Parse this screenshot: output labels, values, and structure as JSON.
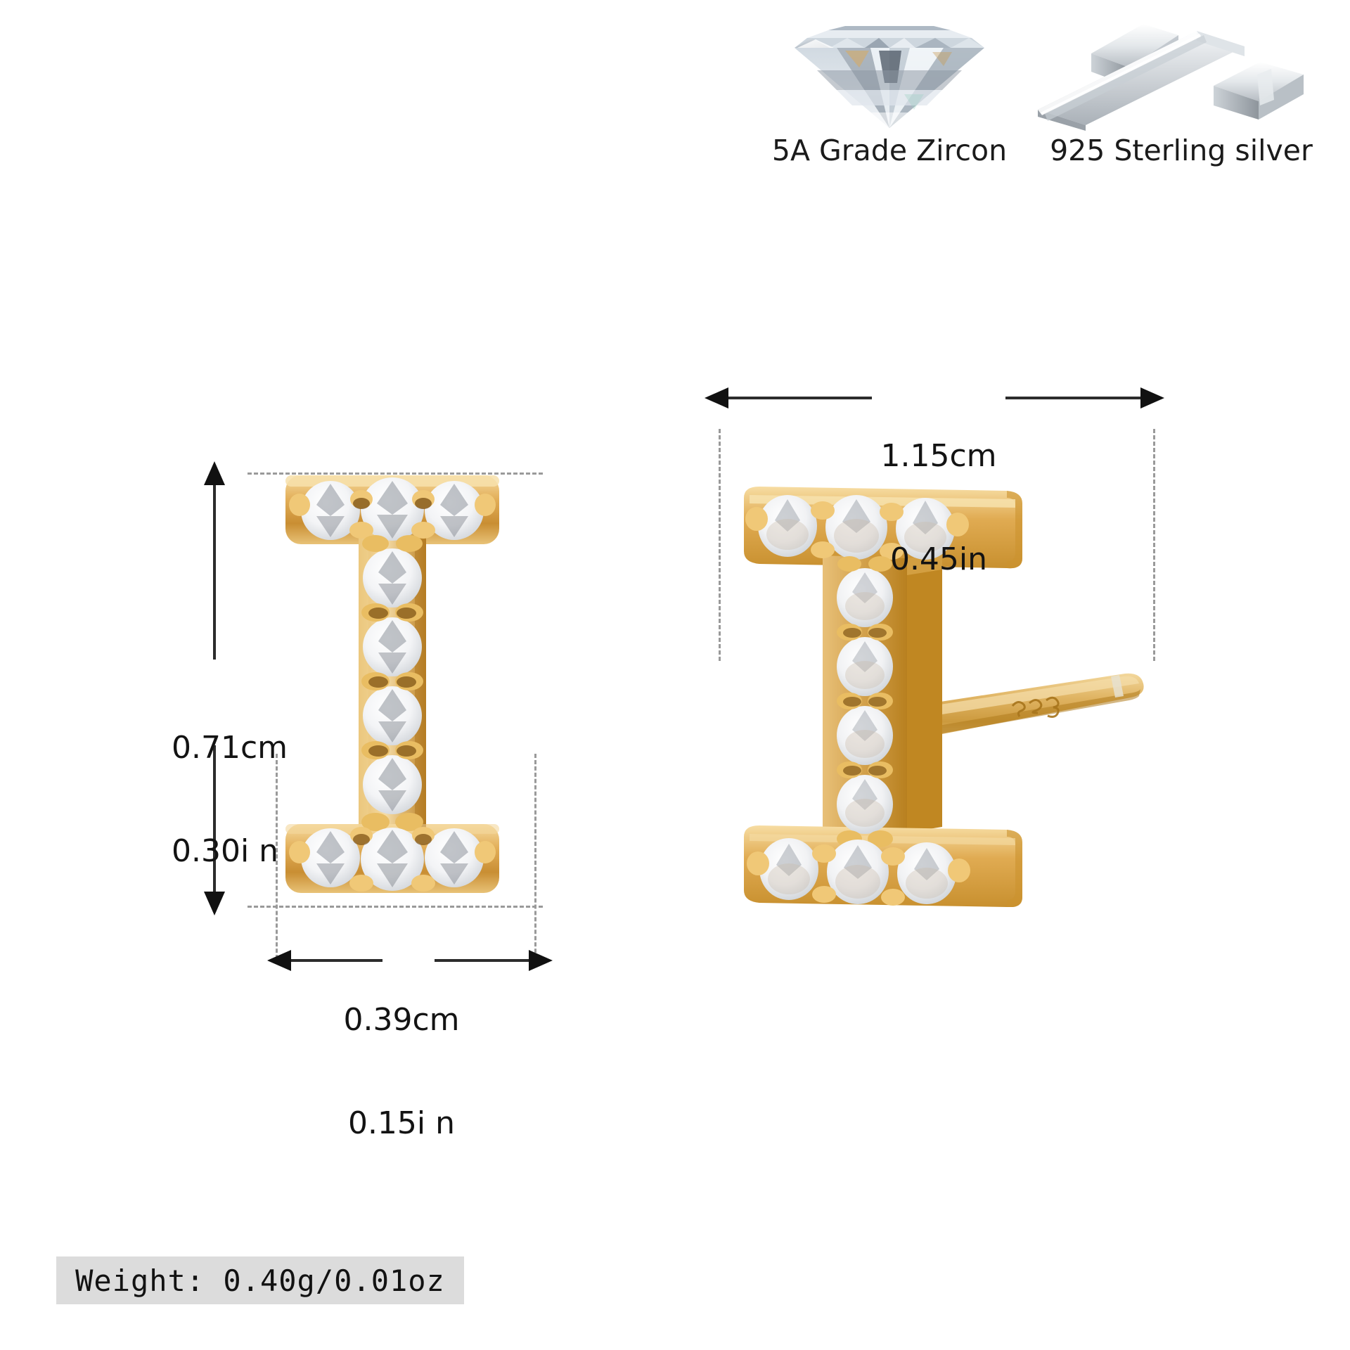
{
  "materials": [
    {
      "icon": "diamond-gemstone-icon",
      "label": "5A Grade Zircon"
    },
    {
      "icon": "silver-bars-icon",
      "label": "925 Sterling silver"
    }
  ],
  "dimensions": {
    "height": {
      "cm": "0.71cm",
      "in": "0.30i n"
    },
    "width": {
      "cm": "0.39cm",
      "in": "0.15i n"
    },
    "depth": {
      "cm": "1.15cm",
      "in": "0.45in"
    }
  },
  "weight": {
    "label": "Weight: 0.40g/0.01oz"
  },
  "product": {
    "letter": "I",
    "stone_counts": {
      "top_bar": 3,
      "stem": 4,
      "bottom_bar": 3
    },
    "post_stamp": "925"
  },
  "colors": {
    "gold": "#d9a martin",
    "gold_base": "#d9a24a",
    "gold_light": "#f4d48a",
    "gold_dark": "#a87324",
    "stone": "#ffffff",
    "line": "#2c2c2c",
    "dash": "#9a9a9a",
    "band": "#dcdcdc",
    "text": "#131313",
    "silver": "#c9cdd1"
  }
}
